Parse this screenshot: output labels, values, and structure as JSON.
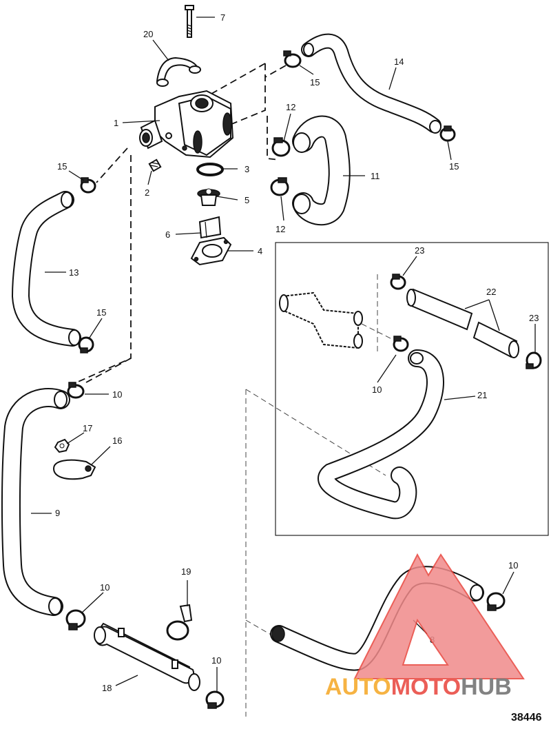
{
  "callouts": {
    "c1": "1",
    "c2": "2",
    "c3": "3",
    "c4": "4",
    "c5": "5",
    "c6": "6",
    "c7": "7",
    "c8": "8",
    "c9": "9",
    "c10a": "10",
    "c10b": "10",
    "c10c": "10",
    "c10d": "10",
    "c10e": "10",
    "c11": "11",
    "c12a": "12",
    "c12b": "12",
    "c13": "13",
    "c14": "14",
    "c15a": "15",
    "c15b": "15",
    "c15c": "15",
    "c15d": "15",
    "c16": "16",
    "c17": "17",
    "c18": "18",
    "c19": "19",
    "c20": "20",
    "c21": "21",
    "c22": "22",
    "c23a": "23",
    "c23b": "23"
  },
  "figure_number": "38446",
  "watermark": {
    "part1": "AUTO",
    "part2": "MOTO",
    "part3": "HUB",
    "colors": {
      "orange": "#f5a623",
      "red": "#e8423a",
      "gray": "#6d6d6d",
      "triangle": "#f08a8a"
    }
  }
}
